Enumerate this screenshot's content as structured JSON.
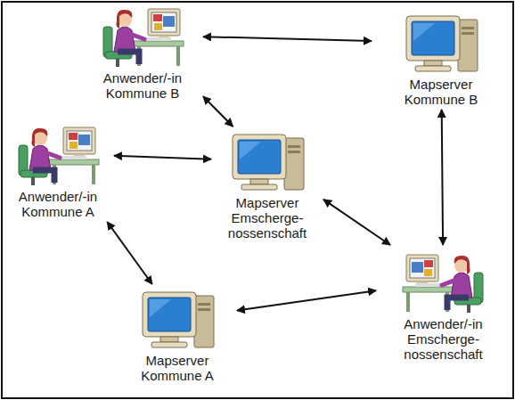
{
  "diagram": {
    "nodes": [
      {
        "text": [
          "Anwender/-in Kommune B"
        ]
      },
      {
        "text": [
          "Mapserver Kommune B"
        ]
      },
      {
        "text": [
          "Mapserver Emscherge- nossenschaft"
        ]
      },
      {
        "text": [
          "Anwender/-in Kommune A"
        ]
      },
      {
        "text": [
          "Mapserver Kommune A"
        ]
      },
      {
        "text": [
          "Anwender/-in Emscherge- nossenschaft"
        ]
      }
    ],
    "edges": [
      {
        "from": 0,
        "to": 1,
        "arrow": "both"
      },
      {
        "from": 0,
        "to": 2,
        "arrow": "both"
      },
      {
        "from": 3,
        "to": 2,
        "arrow": "both"
      },
      {
        "from": 3,
        "to": 4,
        "arrow": "both"
      },
      {
        "from": 4,
        "to": 5,
        "arrow": "both"
      },
      {
        "from": 2,
        "to": 5,
        "arrow": "both"
      },
      {
        "from": 1,
        "to": 5,
        "arrow": "both"
      }
    ]
  }
}
